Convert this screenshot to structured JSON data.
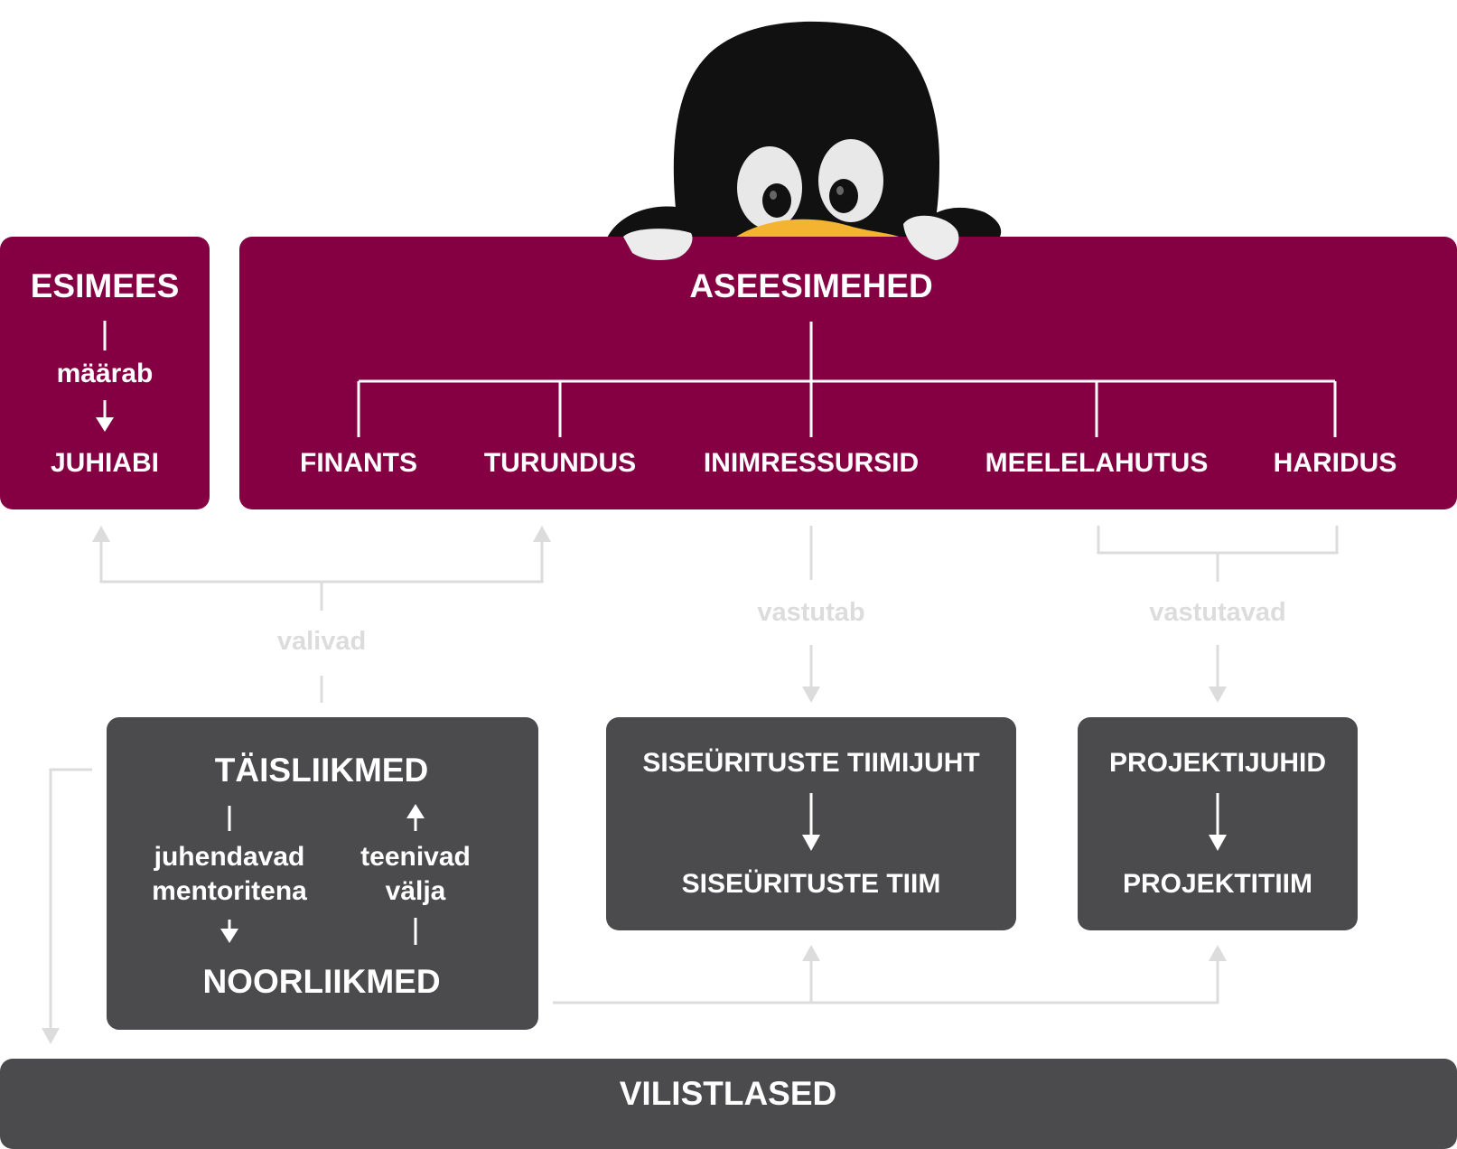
{
  "colors": {
    "board": "#850042",
    "teams": "#4b4b4d",
    "connector": "#dcdcdc",
    "text": "#ffffff"
  },
  "mascot": {
    "icon": "penguin-plush-icon"
  },
  "board": {
    "chair": {
      "title": "ESIMEES",
      "relation": "määrab",
      "assistant": "JUHIABI"
    },
    "vice_chairs": {
      "title": "ASEESIMEHED",
      "areas": [
        "FINANTS",
        "TURUNDUS",
        "INIMRESSURSID",
        "MEELELAHUTUS",
        "HARIDUS"
      ]
    }
  },
  "relations": {
    "elect": "valivad",
    "responsible_single": "vastutab",
    "responsible_plural": "vastutavad"
  },
  "members": {
    "full": "TÄISLIIKMED",
    "mentor_line1": "juhendavad",
    "mentor_line2": "mentoritena",
    "earn_line1": "teenivad",
    "earn_line2": "välja",
    "junior": "NOORLIIKMED"
  },
  "events": {
    "lead": "SISEÜRITUSTE TIIMIJUHT",
    "team": "SISEÜRITUSTE TIIM"
  },
  "projects": {
    "lead": "PROJEKTIJUHID",
    "team": "PROJEKTITIIM"
  },
  "alumni": {
    "label": "VILISTLASED"
  }
}
